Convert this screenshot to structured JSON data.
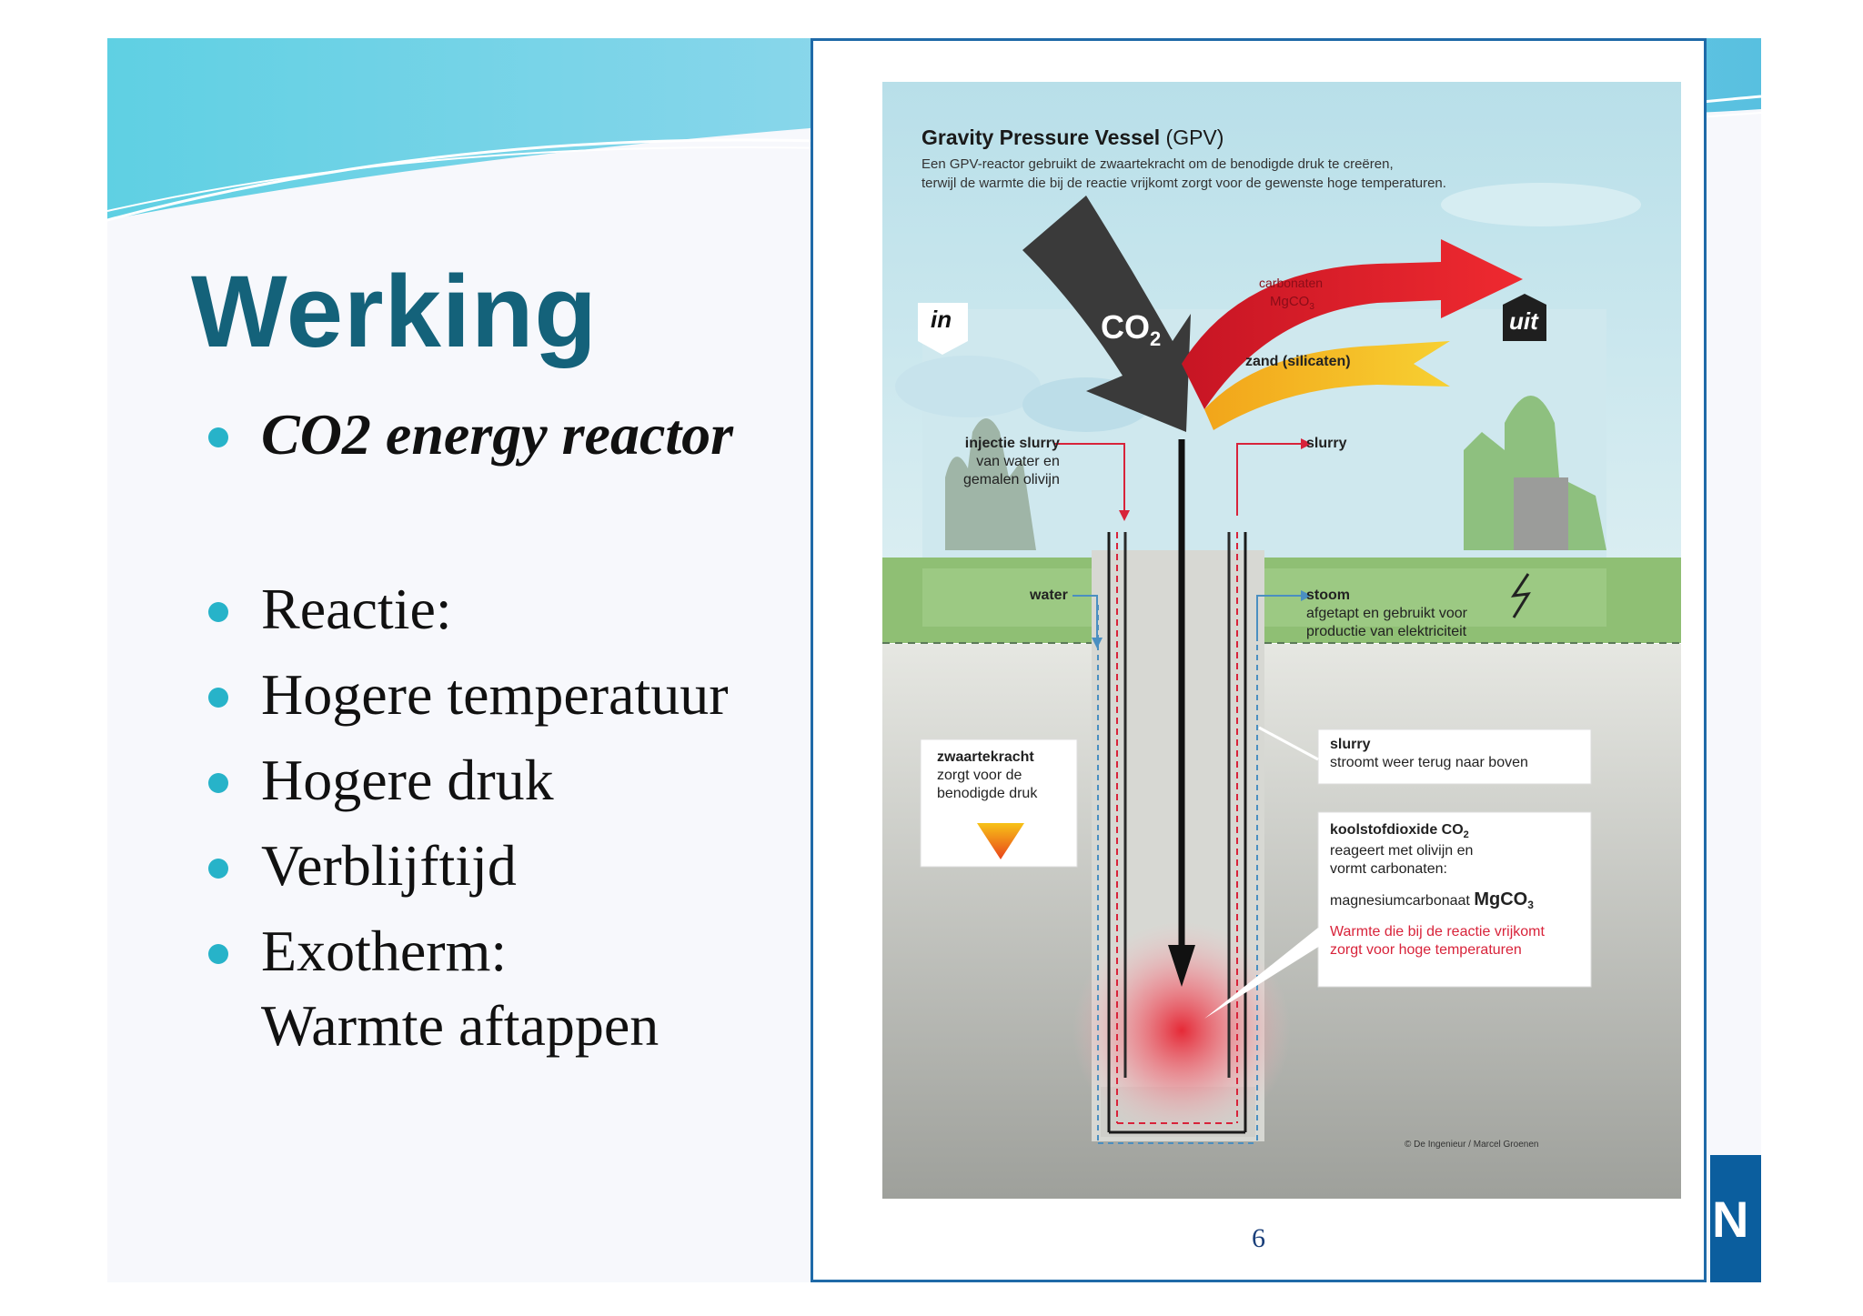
{
  "slide": {
    "title": "Werking",
    "bullets": [
      {
        "text": "CO2 energy reactor",
        "emphasis": true
      },
      {
        "text": "Reactie:"
      },
      {
        "text": "Hogere temperatuur"
      },
      {
        "text": "Hogere druk"
      },
      {
        "text": "Verblijftijd"
      },
      {
        "text": "Exotherm:"
      },
      {
        "text": "Warmte aftappen"
      }
    ],
    "page_number": "6",
    "corner_logo_text": "N"
  },
  "figure": {
    "title": "Gravity Pressure Vessel",
    "title_suffix": "(GPV)",
    "subtitle_line1": "Een GPV-reactor gebruikt de zwaartekracht om de benodigde druk te creëren,",
    "subtitle_line2": "terwijl de warmte die bij de reactie vrijkomt zorgt voor de gewenste hoge temperaturen.",
    "in_label": "in",
    "uit_label": "uit",
    "co2_label": "CO",
    "co2_sub": "2",
    "carbonaten": "carbonaten",
    "mgco3": "MgCO",
    "mgco3_sub": "3",
    "zand": "zand (silicaten)",
    "injectie_title": "injectie slurry",
    "injectie_line1": "van water en",
    "injectie_line2": "gemalen olivijn",
    "slurry_top": "slurry",
    "water": "water",
    "stoom_title": "stoom",
    "stoom_line1": "afgetapt en gebruikt voor",
    "stoom_line2": "productie van elektriciteit",
    "zwaartekracht_title": "zwaartekracht",
    "zwaartekracht_line1": "zorgt voor de",
    "zwaartekracht_line2": "benodigde druk",
    "slurry_box_title": "slurry",
    "slurry_box_line": "stroomt weer terug naar boven",
    "koolstof_title": "koolstofdioxide CO",
    "koolstof_sub": "2",
    "koolstof_line1": "reageert met olivijn en",
    "koolstof_line2": "vormt carbonaten:",
    "magnesium": "magnesiumcarbonaat",
    "magnesium_formula": "MgCO",
    "magnesium_sub": "3",
    "warmte_line1": "Warmte die bij de reactie vrijkomt",
    "warmte_line2": "zorgt voor hoge temperaturen",
    "credit": "© De Ingenieur / Marcel Groenen"
  },
  "colors": {
    "title": "#14627a",
    "bullet_dot": "#27b3c9",
    "frame": "#1f6aa8",
    "arrow_red": "#e0182a",
    "arrow_yellow": "#f5c518",
    "arrow_dark": "#3a3a3a",
    "ground_green": "#8fbf74",
    "ground_grey": "#a7a9a4"
  }
}
